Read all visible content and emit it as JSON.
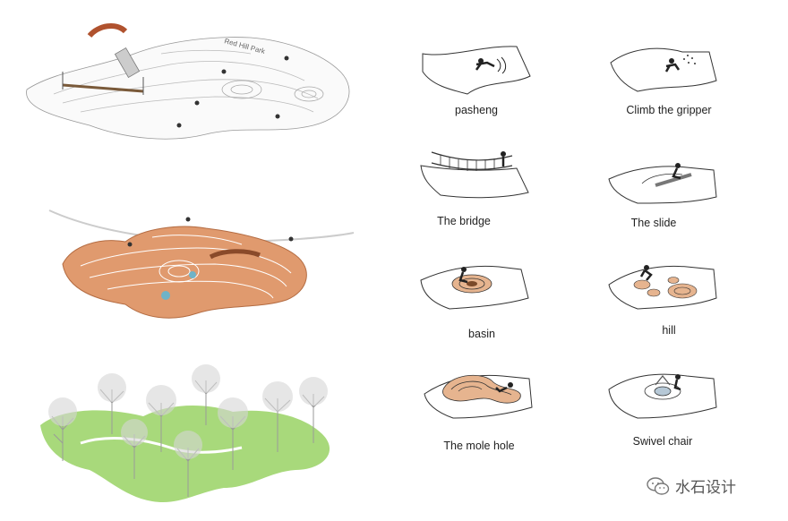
{
  "diagrams": {
    "topo_label": "Red Hill Park",
    "activities": [
      {
        "label": "pasheng"
      },
      {
        "label": "Climb the gripper"
      },
      {
        "label": "The bridge"
      },
      {
        "label": "The slide"
      },
      {
        "label": "basin"
      },
      {
        "label": "hill"
      },
      {
        "label": "The mole hole"
      },
      {
        "label": "Swivel chair"
      }
    ]
  },
  "watermark": {
    "text": "水石设计",
    "icon": "wechat-icon"
  },
  "colors": {
    "terracotta": "#e09a6e",
    "grass": "#a8d97b",
    "line": "#333333",
    "tree": "#9a9a9a"
  }
}
